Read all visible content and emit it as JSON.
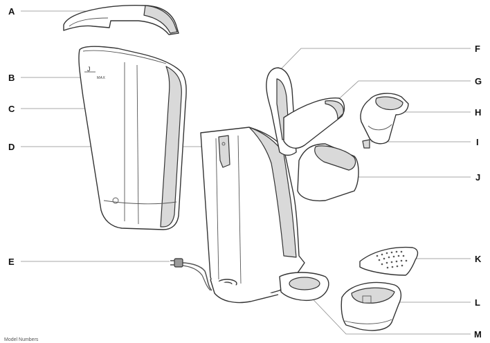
{
  "callouts": [
    {
      "letter": "A"
    },
    {
      "letter": "B"
    },
    {
      "letter": "C"
    },
    {
      "letter": "D"
    },
    {
      "letter": "E"
    },
    {
      "letter": "F"
    },
    {
      "letter": "G"
    },
    {
      "letter": "H"
    },
    {
      "letter": "I"
    },
    {
      "letter": "J"
    },
    {
      "letter": "K"
    },
    {
      "letter": "L"
    },
    {
      "letter": "M"
    }
  ],
  "reservoir": {
    "max_label": "MAX",
    "fill_mark": "J"
  },
  "footer": {
    "text": "Model Numbers"
  }
}
